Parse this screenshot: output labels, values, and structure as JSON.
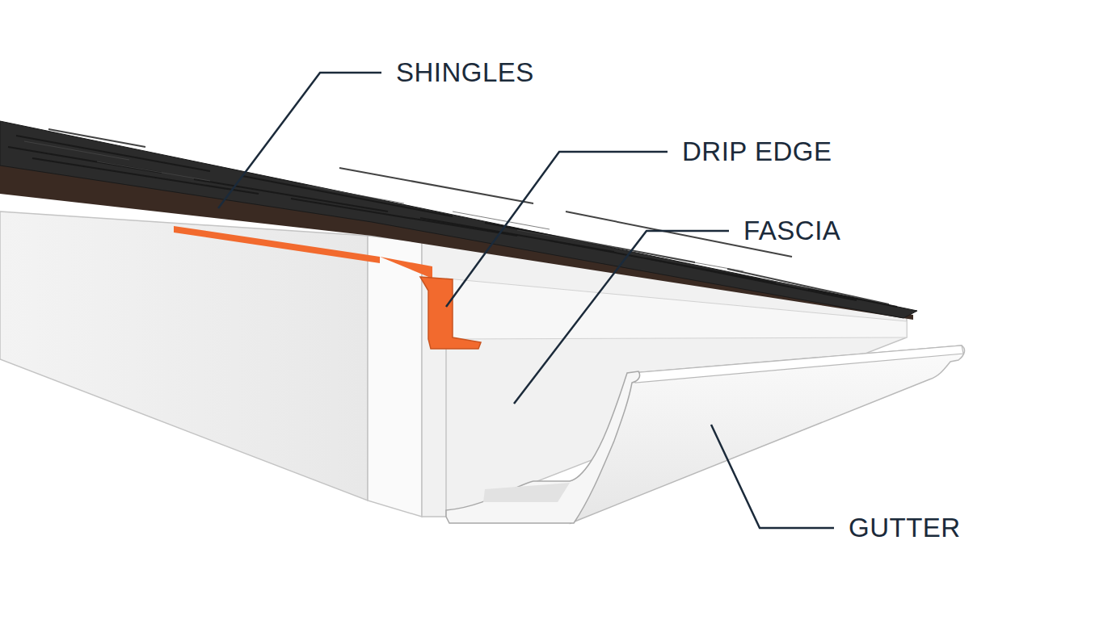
{
  "diagram": {
    "labels": [
      "SHINGLES",
      "DRIP EDGE",
      "FASCIA",
      "GUTTER"
    ]
  }
}
